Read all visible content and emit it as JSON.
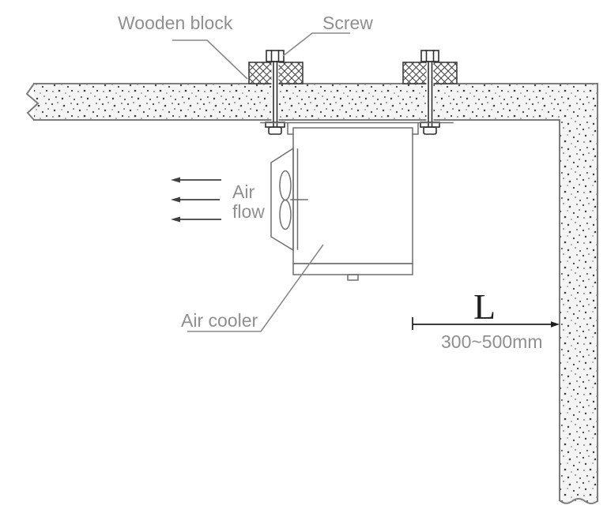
{
  "figure": {
    "type": "technical-installation-diagram",
    "labels": {
      "wooden_block": "Wooden block",
      "screw": "Screw",
      "air_flow_line1": "Air",
      "air_flow_line2": "flow",
      "air_cooler": "Air cooler",
      "distance_symbol": "L",
      "distance_value": "300~500mm"
    },
    "colors": {
      "background": "#ffffff",
      "structure_fill": "#f4f4f4",
      "structure_border": "#7d7d7d",
      "stipple_dots": "#3c3c3c",
      "outline": "#6f6f6f",
      "hardware": "#2f2f2f",
      "label_text": "#8f8f8f",
      "dimension": "#1f1f1f"
    }
  }
}
